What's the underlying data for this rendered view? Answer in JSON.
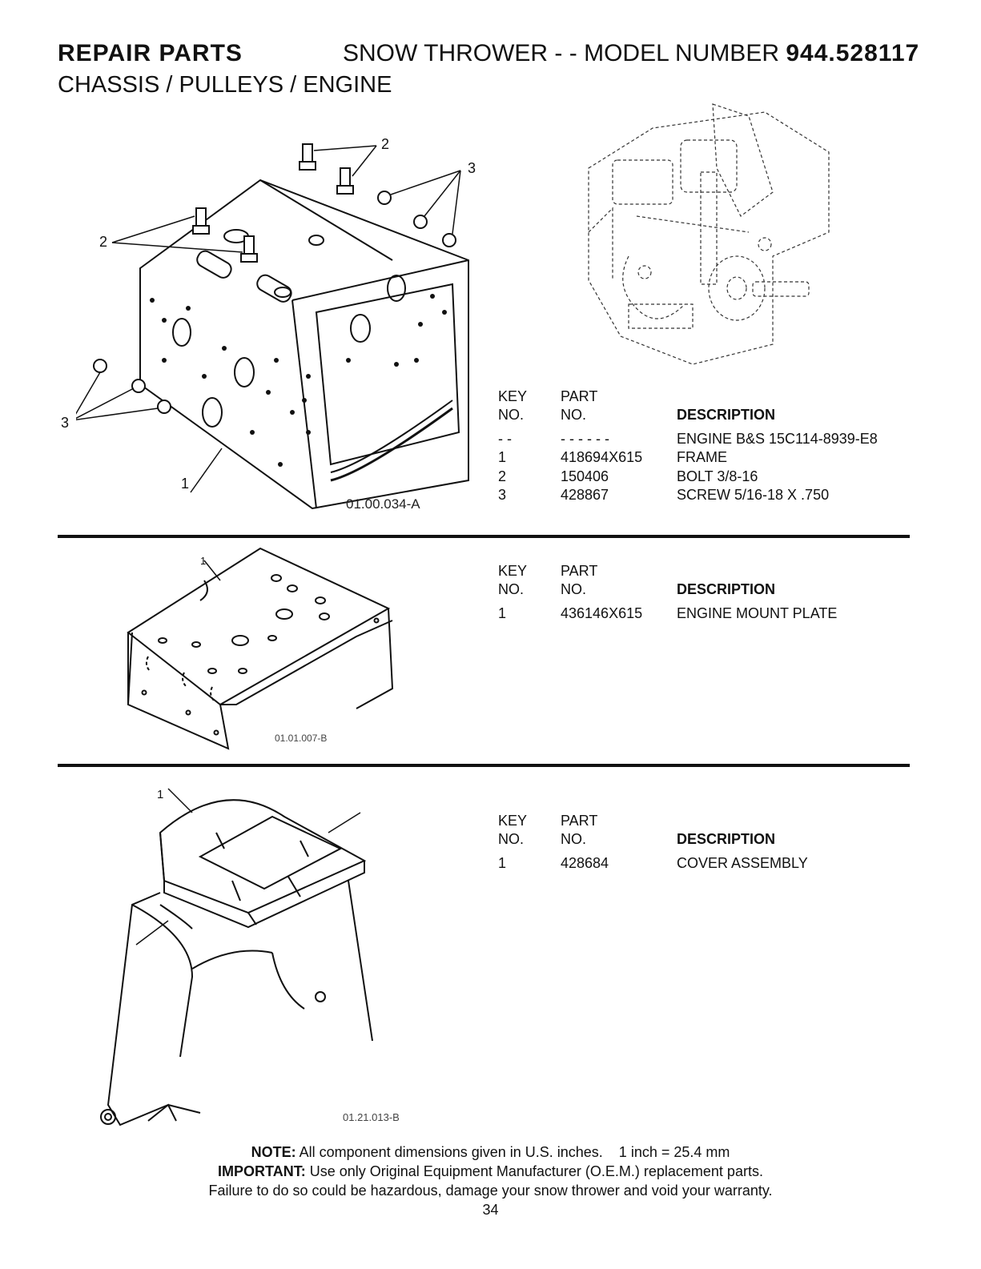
{
  "header": {
    "left": "REPAIR PARTS",
    "right_prefix": "SNOW THROWER - - MODEL NUMBER",
    "model": "944.528117",
    "subtitle": "CHASSIS / PULLEYS / ENGINE"
  },
  "sections": [
    {
      "ref_code": "01.00.034-A",
      "callouts": [
        "2",
        "2",
        "3",
        "3",
        "1"
      ],
      "table": {
        "col1_h1": "KEY",
        "col1_h2": "NO.",
        "col2_h1": "PART",
        "col2_h2": "NO.",
        "col3_h2": "DESCRIPTION",
        "rows": [
          {
            "key": "- -",
            "part": "- - - - - -",
            "desc": "ENGINE B&S 15C114-8939-E8"
          },
          {
            "key": "1",
            "part": "418694X615",
            "desc": "FRAME"
          },
          {
            "key": "2",
            "part": "150406",
            "desc": "BOLT 3/8-16"
          },
          {
            "key": "3",
            "part": "428867",
            "desc": "SCREW 5/16-18 X .750"
          }
        ]
      }
    },
    {
      "ref_code": "01.01.007-B",
      "callouts": [
        "1"
      ],
      "table": {
        "col1_h1": "KEY",
        "col1_h2": "NO.",
        "col2_h1": "PART",
        "col2_h2": "NO.",
        "col3_h2": "DESCRIPTION",
        "rows": [
          {
            "key": "1",
            "part": "436146X615",
            "desc": "ENGINE MOUNT PLATE"
          }
        ]
      }
    },
    {
      "ref_code": "01.21.013-B",
      "callouts": [
        "1"
      ],
      "table": {
        "col1_h1": "KEY",
        "col1_h2": "NO.",
        "col2_h1": "PART",
        "col2_h2": "NO.",
        "col3_h2": "DESCRIPTION",
        "rows": [
          {
            "key": "1",
            "part": "428684",
            "desc": "COVER ASSEMBLY"
          }
        ]
      }
    }
  ],
  "footer": {
    "note_label": "NOTE:",
    "note_text": "All component dimensions given in U.S. inches.    1 inch = 25.4 mm",
    "important_label": "IMPORTANT:",
    "important_text": "Use only Original Equipment Manufacturer (O.E.M.) replacement parts.",
    "warning": "Failure to do so could be hazardous, damage your snow thrower and void your warranty.",
    "page_number": "34"
  }
}
